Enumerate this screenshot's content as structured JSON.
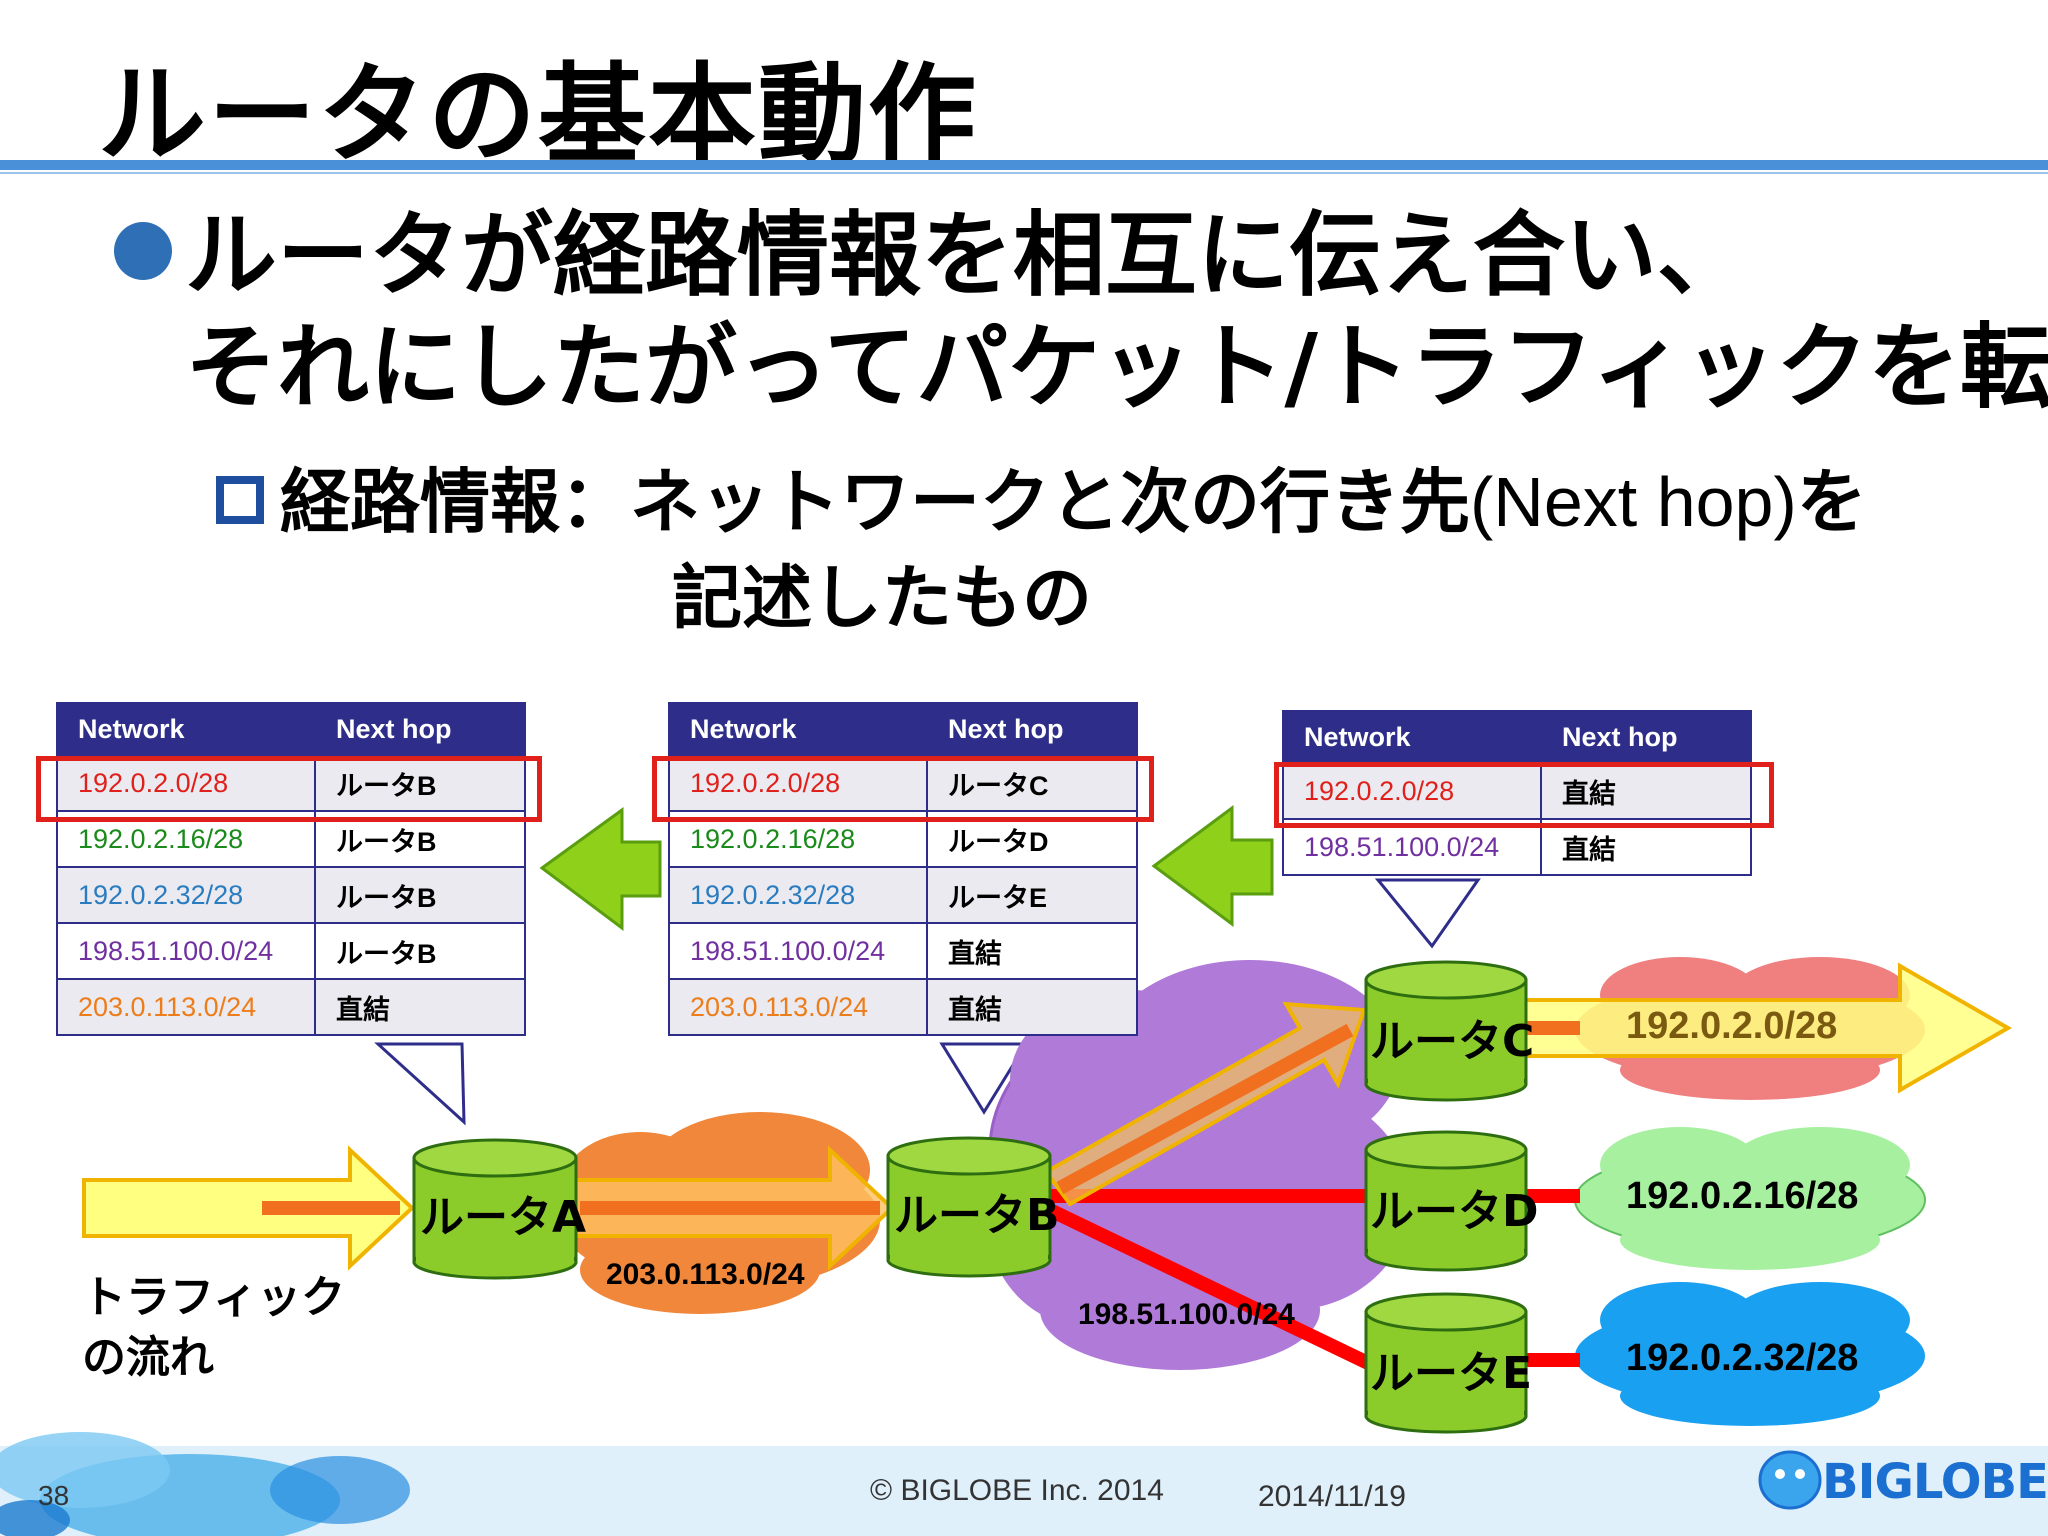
{
  "title": "ルータの基本動作",
  "bullet": {
    "line1": "ルータが経路情報を相互に伝え合い、",
    "line2": "それにしたがってパケット/トラフィックを転送"
  },
  "sub": {
    "label": "経路情報",
    "sep": "：",
    "text_a": "ネットワークと次の行き先",
    "text_en": "(Next hop)",
    "text_b": "を",
    "line2": "記述したもの"
  },
  "tables": {
    "headers": {
      "network": "Network",
      "nexthop": "Next hop"
    },
    "router_a": [
      {
        "network": "192.0.2.0/28",
        "nexthop": "ルータB"
      },
      {
        "network": "192.0.2.16/28",
        "nexthop": "ルータB"
      },
      {
        "network": "192.0.2.32/28",
        "nexthop": "ルータB"
      },
      {
        "network": "198.51.100.0/24",
        "nexthop": "ルータB"
      },
      {
        "network": "203.0.113.0/24",
        "nexthop": "直結"
      }
    ],
    "router_b": [
      {
        "network": "192.0.2.0/28",
        "nexthop": "ルータC"
      },
      {
        "network": "192.0.2.16/28",
        "nexthop": "ルータD"
      },
      {
        "network": "192.0.2.32/28",
        "nexthop": "ルータE"
      },
      {
        "network": "198.51.100.0/24",
        "nexthop": "直結"
      },
      {
        "network": "203.0.113.0/24",
        "nexthop": "直結"
      }
    ],
    "router_c": [
      {
        "network": "192.0.2.0/28",
        "nexthop": "直結"
      },
      {
        "network": "198.51.100.0/24",
        "nexthop": "直結"
      }
    ]
  },
  "routers": {
    "a": "ルータA",
    "b": "ルータB",
    "c": "ルータC",
    "d": "ルータD",
    "e": "ルータE"
  },
  "networks": {
    "ab": "203.0.113.0/24",
    "bcde": "198.51.100.0/24",
    "c": "192.0.2.0/28",
    "d": "192.0.2.16/28",
    "e": "192.0.2.32/28"
  },
  "traffic": {
    "line1": "トラフィック",
    "line2": "の流れ"
  },
  "footer": {
    "page": "38",
    "copyright": "© BIGLOBE Inc. 2014",
    "date": "2014/11/19",
    "logo": "BIGLOBE"
  },
  "colors": {
    "title_rule": "#4a90d9",
    "table_header": "#2e2e8a",
    "highlight": "#e0211b",
    "router_fill": "#8ccc2a",
    "cloud_orange": "#f0873a",
    "cloud_purple": "#b07ad8",
    "cloud_pink": "#f08080",
    "cloud_green": "#a6f0a0",
    "cloud_blue": "#1aa0f0",
    "arrow_green": "#8ed01a",
    "arrow_yellow": "#ffff80"
  }
}
